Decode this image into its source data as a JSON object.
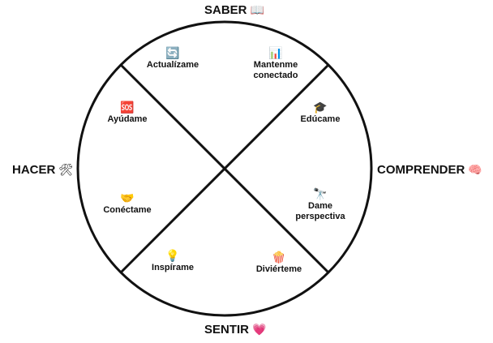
{
  "axes": {
    "top": {
      "label": "SABER",
      "icon": "📖"
    },
    "bottom": {
      "label": "SENTIR",
      "icon": "💗"
    },
    "left": {
      "label": "HACER",
      "icon": "🛠"
    },
    "right": {
      "label": "COMPRENDER",
      "icon": "🧠"
    }
  },
  "items": {
    "actualizame": {
      "label": "Actualízame",
      "icon": "🔄"
    },
    "mantenme": {
      "label": "Mantenme conectado",
      "icon": "📊"
    },
    "ayudame": {
      "label": "Ayúdame",
      "icon": "🆘"
    },
    "educame": {
      "label": "Edúcame",
      "icon": "🎓"
    },
    "conectame": {
      "label": "Conéctame",
      "icon": "🤝"
    },
    "perspectiva": {
      "label": "Dame perspectiva",
      "icon": "🔭"
    },
    "inspirame": {
      "label": "Inspírame",
      "icon": "💡"
    },
    "diviérteme": {
      "label": "Diviérteme",
      "icon": "🍿"
    }
  }
}
